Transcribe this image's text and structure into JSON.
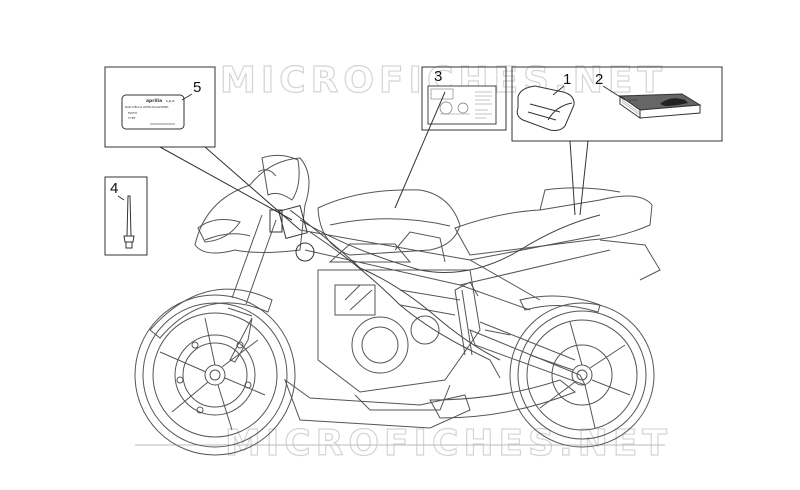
{
  "watermark": "MICROFICHES.NET",
  "callouts": [
    "1",
    "2",
    "3",
    "4",
    "5"
  ],
  "plate_label": {
    "brand": "aprilia",
    "suffix": "s.p.a.",
    "line2": "RAD.DELLO OMOLOGAZIONE:",
    "line3": "MOTO",
    "line4": "TYPE"
  },
  "colors": {
    "line": "#555555",
    "watermark": "#d4d4d4",
    "box": "#333333"
  }
}
